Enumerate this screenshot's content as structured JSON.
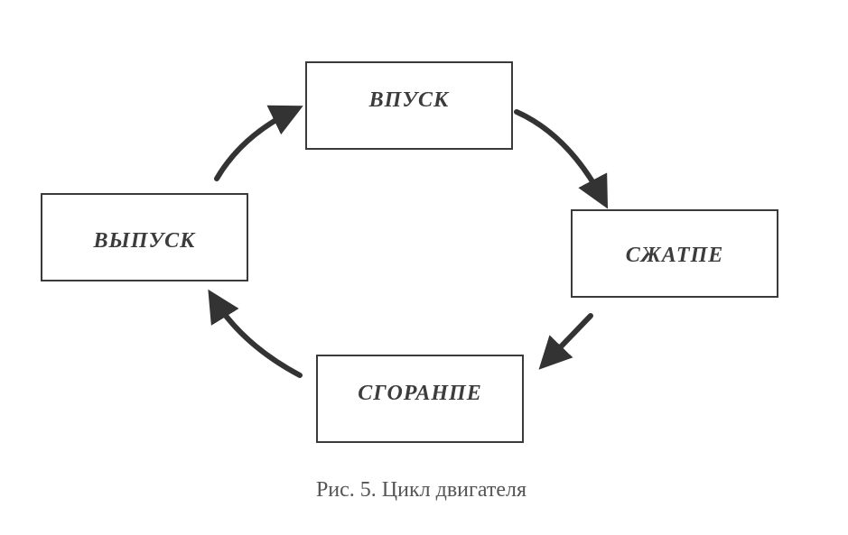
{
  "diagram": {
    "nodes": [
      {
        "id": "intake",
        "label": "ВПУСК"
      },
      {
        "id": "compression",
        "label": "СЖАТПЕ"
      },
      {
        "id": "combustion",
        "label": "СГОРАНПЕ"
      },
      {
        "id": "exhaust",
        "label": "ВЫПУСК"
      }
    ],
    "edges": [
      {
        "from": "intake",
        "to": "compression"
      },
      {
        "from": "compression",
        "to": "combustion"
      },
      {
        "from": "combustion",
        "to": "exhaust"
      },
      {
        "from": "exhaust",
        "to": "intake"
      }
    ],
    "caption": "Рис. 5. Цикл двигателя"
  },
  "colors": {
    "box_border": "#3a3a3a",
    "arrow": "#333333",
    "label_text": "#3c3c3c",
    "caption_text": "#555555"
  }
}
